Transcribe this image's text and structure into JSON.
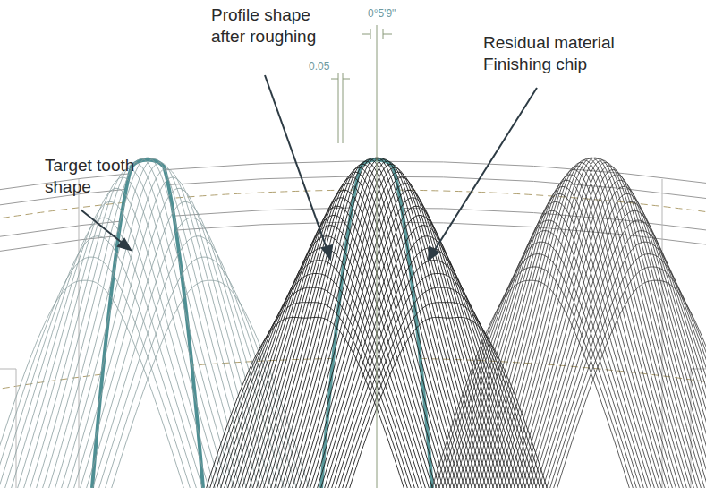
{
  "diagram": {
    "labels": [
      "Target tooth shape",
      "Profile shape after roughing",
      "Residual material Finishing chip",
      "0°5'9\"",
      "0.05"
    ]
  }
}
